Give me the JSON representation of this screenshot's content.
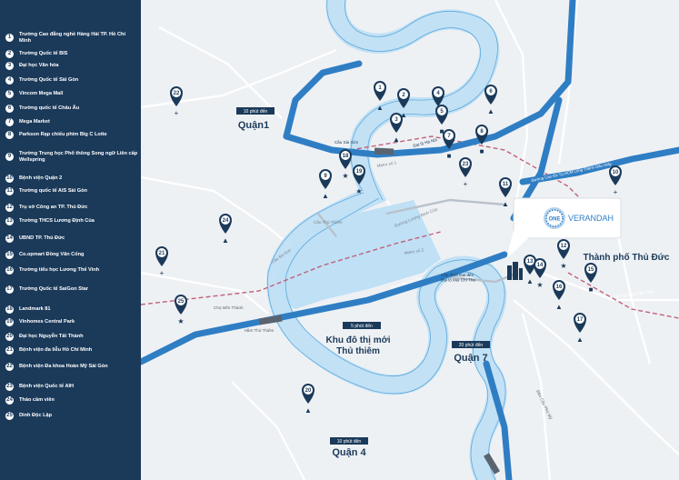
{
  "legend": [
    {
      "num": "1",
      "label": "Trường Cao đẳng nghề Hàng Hải TP. Hồ Chí Minh"
    },
    {
      "num": "2",
      "label": "Trường Quốc tế BIS"
    },
    {
      "num": "3",
      "label": "Đại học Văn hóa"
    },
    {
      "num": "4",
      "label": "Trường Quốc tế Sài Gòn"
    },
    {
      "num": "5",
      "label": "Vincom Mega Mall"
    },
    {
      "num": "6",
      "label": "Trường quốc tế Châu Âu"
    },
    {
      "num": "7",
      "label": "Mega Market"
    },
    {
      "num": "8",
      "label": "Parkson Rạp chiếu phim Big C Lotte"
    },
    {
      "num": "9",
      "label": "Trường Trung học Phổ thông Song ngữ Liên cấp Wellspring"
    },
    {
      "num": "10",
      "label": "Bệnh viện Quận 2"
    },
    {
      "num": "11",
      "label": "Trường quốc tế AIS Sài Gòn"
    },
    {
      "num": "12",
      "label": "Trụ sở Công an TP. Thủ Đức"
    },
    {
      "num": "13",
      "label": "Trường THCS Lương Định Của"
    },
    {
      "num": "14",
      "label": "UBND TP. Thủ Đức"
    },
    {
      "num": "15",
      "label": "Co.opmart Đồng Văn Cống"
    },
    {
      "num": "16",
      "label": "Trường tiểu học Lương Thế Vinh"
    },
    {
      "num": "17",
      "label": "Trường Quốc tế SaiGon Star"
    },
    {
      "num": "18",
      "label": "Landmark 81"
    },
    {
      "num": "19",
      "label": "Vinhomes Central Park"
    },
    {
      "num": "20",
      "label": "Đại học Nguyễn Tất Thành"
    },
    {
      "num": "21",
      "label": "Bệnh viện đa liễu Hồ Chí Minh"
    },
    {
      "num": "22",
      "label": "Bệnh viện Đa khoa Hoàn Mỹ Sài Gòn"
    },
    {
      "num": "23",
      "label": "Bệnh viện Quốc tế AIH"
    },
    {
      "num": "24",
      "label": "Thảo cầm viên"
    },
    {
      "num": "25",
      "label": "Dinh Độc Lập"
    }
  ],
  "areas": {
    "quan1": {
      "time": "10 phút đến",
      "name": "Quận1"
    },
    "thuthiem": {
      "time": "5 phút đến",
      "name_line1": "Khu đô thị mới",
      "name_line2": "Thủ thiêm"
    },
    "quan7": {
      "time": "20 phút đến",
      "name": "Quận 7"
    },
    "quan4": {
      "time": "10 phút đến",
      "name": "Quận 4"
    },
    "thuduc": {
      "name": "Thành phố Thủ Đức"
    }
  },
  "roads": {
    "cau_sai_gon": "Cầu Sài Gòn",
    "ha_noi": "Đại lộ Hà Nội",
    "metro1": "Metro số 1",
    "metro2": "Metro số 2",
    "cau_thu_thiem": "Cầu Thủ Thiêm",
    "luong_dinh_cua": "Đường Lương Định Của",
    "cao_toc": "Đường Cao tốc Tp.HCM Long Thành Dầu Giây",
    "cau_thoi_dai": "Cầu Thời Đại đến Đại lộ Mai Chí Thọ",
    "mai_chi_tho": "Đại lộ Mai Chí Thọ",
    "cau_ba_son": "Cầu Ba Son",
    "cho_ben_thanh": "Chợ Bến Thành",
    "ham_thu_thiem": "Hầm Thủ Thiêm",
    "cau_phu_my": "Đến Cầu Phú Mỹ",
    "dong_van_cong": "Đường Đồng Văn Cống"
  },
  "brand": {
    "logo_text": "ONE",
    "name": "VERANDAH"
  },
  "pins": [
    {
      "num": "1",
      "icon": "school-icon"
    },
    {
      "num": "2",
      "icon": "school-icon"
    },
    {
      "num": "3",
      "icon": "school-icon"
    },
    {
      "num": "4",
      "icon": "school-icon"
    },
    {
      "num": "5",
      "icon": "shopping-icon"
    },
    {
      "num": "6",
      "icon": "school-icon"
    },
    {
      "num": "7",
      "icon": "shopping-icon"
    },
    {
      "num": "8",
      "icon": "shopping-icon"
    },
    {
      "num": "9",
      "icon": "school-icon"
    },
    {
      "num": "10",
      "icon": "hospital-icon"
    },
    {
      "num": "11",
      "icon": "school-icon"
    },
    {
      "num": "12",
      "icon": "government-icon"
    },
    {
      "num": "13",
      "icon": "school-icon"
    },
    {
      "num": "14",
      "icon": "government-icon"
    },
    {
      "num": "15",
      "icon": "shopping-icon"
    },
    {
      "num": "16",
      "icon": "school-icon"
    },
    {
      "num": "17",
      "icon": "school-icon"
    },
    {
      "num": "18",
      "icon": "landmark-icon"
    },
    {
      "num": "19",
      "icon": "landmark-icon"
    },
    {
      "num": "20",
      "icon": "school-icon"
    },
    {
      "num": "21",
      "icon": "hospital-icon"
    },
    {
      "num": "22",
      "icon": "hospital-icon"
    },
    {
      "num": "23",
      "icon": "hospital-icon"
    },
    {
      "num": "24",
      "icon": "tree-icon"
    },
    {
      "num": "25",
      "icon": "landmark-icon"
    }
  ],
  "colors": {
    "sidebar": "#1b3a5a",
    "pin": "#1b3a5a",
    "main_road": "#2f7ec4",
    "river": "#3b8fd4",
    "river_fill": "#bfe0f5",
    "metro": "#c0607a"
  }
}
